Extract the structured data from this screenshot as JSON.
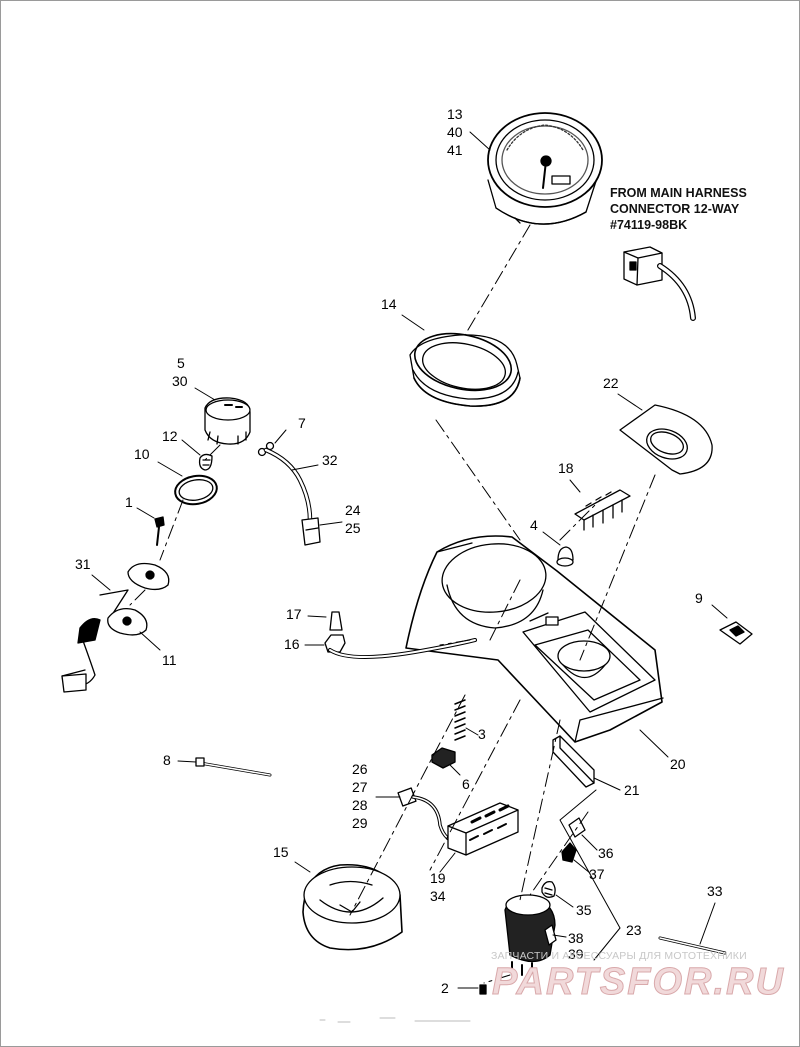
{
  "note": {
    "line1": "FROM MAIN HARNESS",
    "line2": "CONNECTOR 12-WAY",
    "line3": "#74119-98BK"
  },
  "callouts": {
    "c13": "13",
    "c40": "40",
    "c41": "41",
    "c14": "14",
    "c5": "5",
    "c30": "30",
    "c7": "7",
    "c32": "32",
    "c12": "12",
    "c10": "10",
    "c24": "24",
    "c25": "25",
    "c1": "1",
    "c31": "31",
    "c11": "11",
    "c22": "22",
    "c18": "18",
    "c4": "4",
    "c9": "9",
    "c17": "17",
    "c16": "16",
    "c3": "3",
    "c6": "6",
    "c8": "8",
    "c26": "26",
    "c27": "27",
    "c28": "28",
    "c29": "29",
    "c20": "20",
    "c21": "21",
    "c15": "15",
    "c19": "19",
    "c34": "34",
    "c36": "36",
    "c37": "37",
    "c35": "35",
    "c33": "33",
    "c23": "23",
    "c38": "38",
    "c39": "39",
    "c2": "2"
  },
  "watermark": {
    "subtitle": "ЗАПЧАСТИ И АКСЕССУАРЫ ДЛЯ МОТОТЕХНИКИ",
    "logo": "PARTSFOR.RU"
  }
}
